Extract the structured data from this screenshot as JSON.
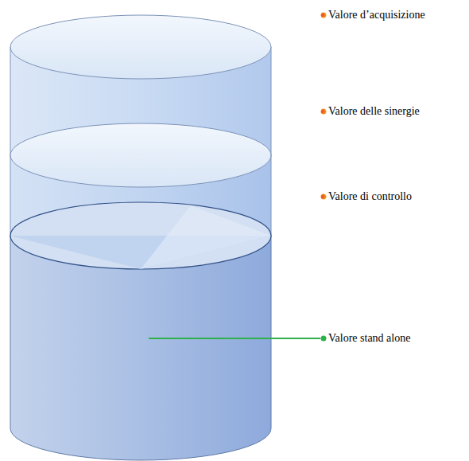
{
  "diagram": {
    "labels": [
      "Valore d’acquisizione",
      "Valore delle sinergie",
      "Valore di controllo",
      "Valore stand alone"
    ]
  }
}
